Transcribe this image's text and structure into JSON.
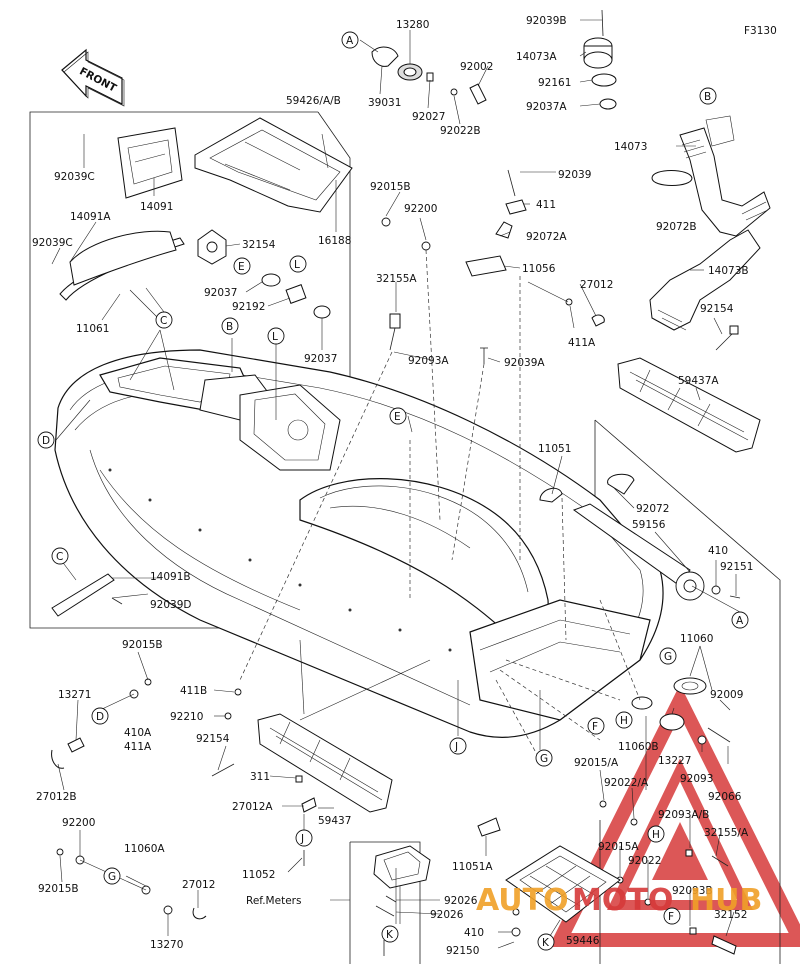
{
  "diagram": {
    "code": "F3130",
    "front_label": "FRONT",
    "watermark": {
      "text_a": "AUTO",
      "text_b": "MOTO",
      "text_c": "HUB",
      "color_red": "#d63a3a",
      "color_orange": "#f0a028"
    },
    "part_labels": {
      "p92039B": "92039B",
      "p14073A": "14073A",
      "p92161": "92161",
      "p92037A": "92037A",
      "p13280": "13280",
      "p92002": "92002",
      "p39031": "39031",
      "p92027": "92027",
      "p92022B": "92022B",
      "p59426": "59426/A/B",
      "p92039C_1": "92039C",
      "p14091A": "14091A",
      "p14091": "14091",
      "p92039C_2": "92039C",
      "p11061": "11061",
      "p16188": "16188",
      "p32154": "32154",
      "p92037_1": "92037",
      "p92192": "92192",
      "p92037_2": "92037",
      "p92015B_1": "92015B",
      "p92200_1": "92200",
      "p32155A": "32155A",
      "p92093A": "92093A",
      "p92039": "92039",
      "p411": "411",
      "p92072A": "92072A",
      "p11056": "11056",
      "p27012_1": "27012",
      "p411A": "411A",
      "p92039A": "92039A",
      "p14073": "14073",
      "p92072B": "92072B",
      "p14073B": "14073B",
      "p92154_1": "92154",
      "p59437A": "59437A",
      "p11051": "11051",
      "p92072": "92072",
      "p59156": "59156",
      "p410_1": "410",
      "p92151": "92151",
      "p11060": "11060",
      "p92009": "92009",
      "p14091B": "14091B",
      "p92039D": "92039D",
      "p92015B_2": "92015B",
      "p13271": "13271",
      "p410A": "410A",
      "p411A_2": "411A",
      "p411B": "411B",
      "p92210": "92210",
      "p27012B": "27012B",
      "p92154_2": "92154",
      "p311": "311",
      "p27012A": "27012A",
      "p59437": "59437",
      "p92200_2": "92200",
      "p11060A": "11060A",
      "p27012_2": "27012",
      "p92015B_3": "92015B",
      "p13270": "13270",
      "p11052": "11052",
      "p11051A": "11051A",
      "p11060B": "11060B",
      "p13227": "13227",
      "p92015A_1": "92015/A",
      "p92022A": "92022/A",
      "p92093": "92093",
      "p92066": "92066",
      "p92093AB": "92093A/B",
      "p32155A_2": "32155/A",
      "p92015A_2": "92015A",
      "p92022": "92022",
      "p92093B": "92093B",
      "p32152": "32152",
      "ref_meters": "Ref.Meters",
      "p92026_1": "92026",
      "p92026_2": "92026",
      "p410_2": "410",
      "p92150": "92150",
      "p59446": "59446"
    },
    "callouts": {
      "A": "A",
      "B": "B",
      "C": "C",
      "D": "D",
      "E": "E",
      "F": "F",
      "G": "G",
      "H": "H",
      "J": "J",
      "K": "K",
      "L": "L"
    }
  }
}
